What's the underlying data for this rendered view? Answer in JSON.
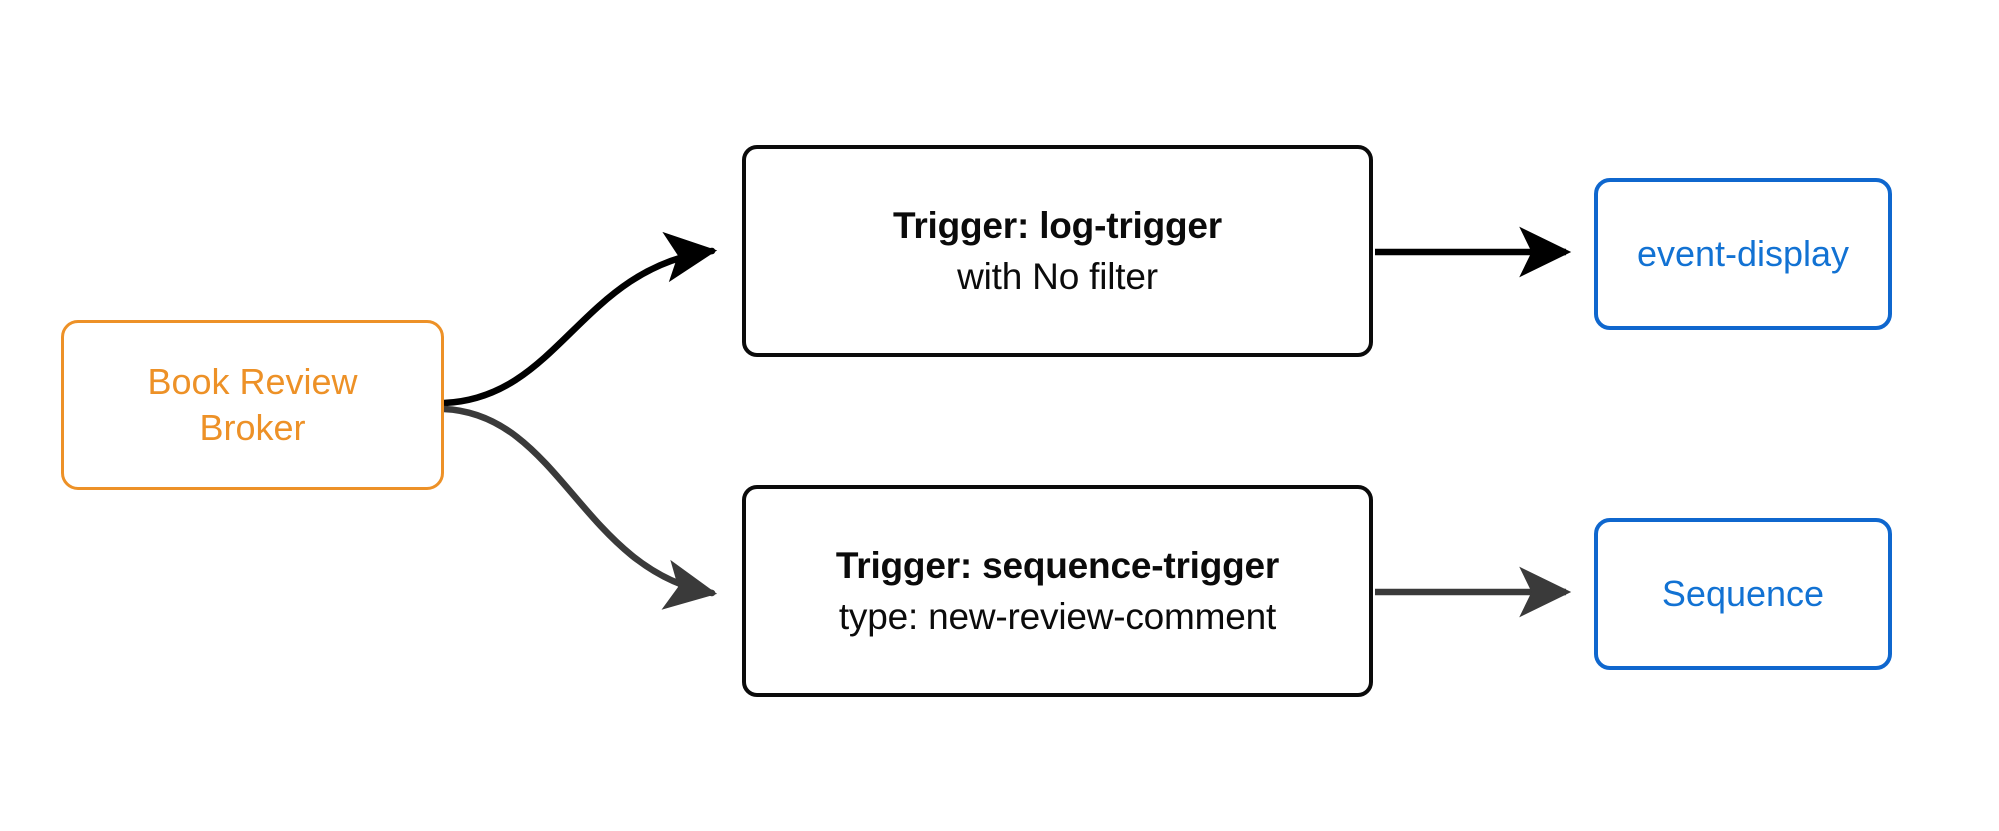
{
  "diagram": {
    "type": "flow-graph",
    "title": "",
    "background_color": "#ffffff",
    "colors": {
      "broker_stroke": "#ED9127",
      "broker_text": "#ED9127",
      "trigger_stroke": "#0B0B0B",
      "trigger_text": "#0B0B0B",
      "sink_stroke": "#0F67CE",
      "sink_text": "#1272D3",
      "edge_primary": "#000000",
      "edge_secondary": "#3A3A3A"
    },
    "broker": {
      "name": "book-review-broker",
      "line1": "Book Review",
      "line2": "Broker"
    },
    "triggers": [
      {
        "name": "log-trigger",
        "title": "Trigger: log-trigger",
        "subtitle": "with No filter"
      },
      {
        "name": "sequence-trigger",
        "title": "Trigger: sequence-trigger",
        "subtitle": "type: new-review-comment"
      }
    ],
    "sinks": [
      {
        "name": "event-display",
        "label": "event-display"
      },
      {
        "name": "sequence",
        "label": "Sequence"
      }
    ],
    "edges": [
      {
        "name": "broker-to-log-trigger",
        "from": "book-review-broker",
        "to": "log-trigger",
        "style": "curved",
        "color": "#000000"
      },
      {
        "name": "broker-to-sequence-trigger",
        "from": "book-review-broker",
        "to": "sequence-trigger",
        "style": "curved",
        "color": "#3A3A3A"
      },
      {
        "name": "log-trigger-to-event-display",
        "from": "log-trigger",
        "to": "event-display",
        "style": "straight",
        "color": "#000000"
      },
      {
        "name": "sequence-trigger-to-sequence",
        "from": "sequence-trigger",
        "to": "sequence",
        "style": "straight",
        "color": "#3A3A3A"
      }
    ]
  }
}
